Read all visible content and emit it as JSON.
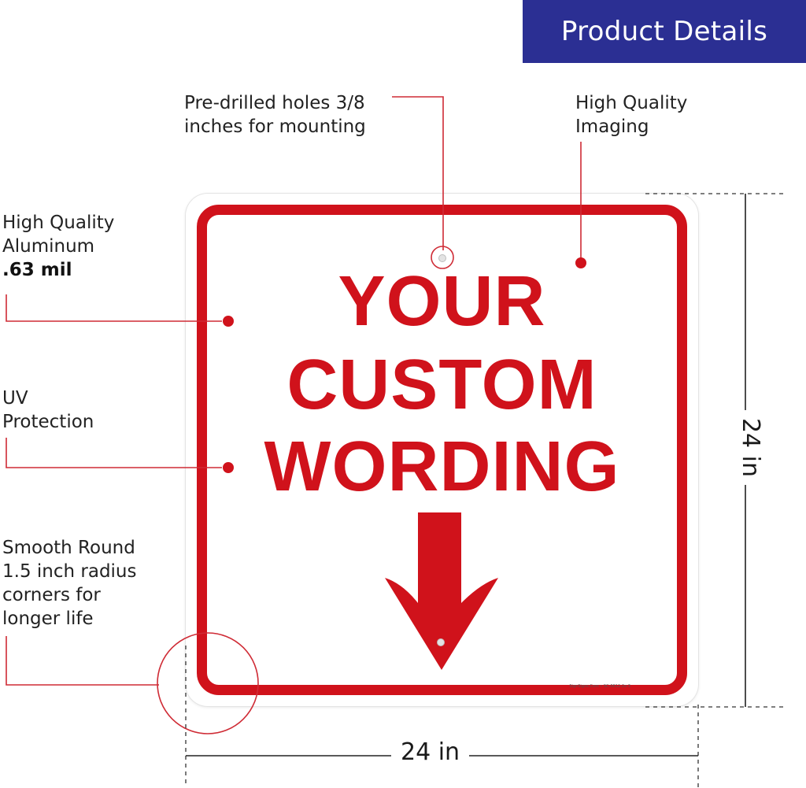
{
  "banner": {
    "title": "Product Details",
    "color": "#2b2f93"
  },
  "callouts": {
    "holes": [
      "Pre-drilled holes 3/8",
      "inches for mounting"
    ],
    "imaging": [
      "High Quality",
      "Imaging"
    ],
    "aluminum": [
      "High Quality",
      "Aluminum",
      ".63 mil"
    ],
    "uv": [
      "UV",
      "Protection"
    ],
    "corners": [
      "Smooth Round",
      "1.5 inch radius",
      "corners for",
      "longer life"
    ]
  },
  "sign": {
    "lines": [
      "YOUR",
      "CUSTOM",
      "WORDING"
    ],
    "fine_print": "SignSigns.Com • SC-0612-2x-3",
    "accent_color": "#d0121b",
    "arrow": "arrow-down-icon"
  },
  "dimensions": {
    "width": "24 in",
    "height": "24 in"
  }
}
